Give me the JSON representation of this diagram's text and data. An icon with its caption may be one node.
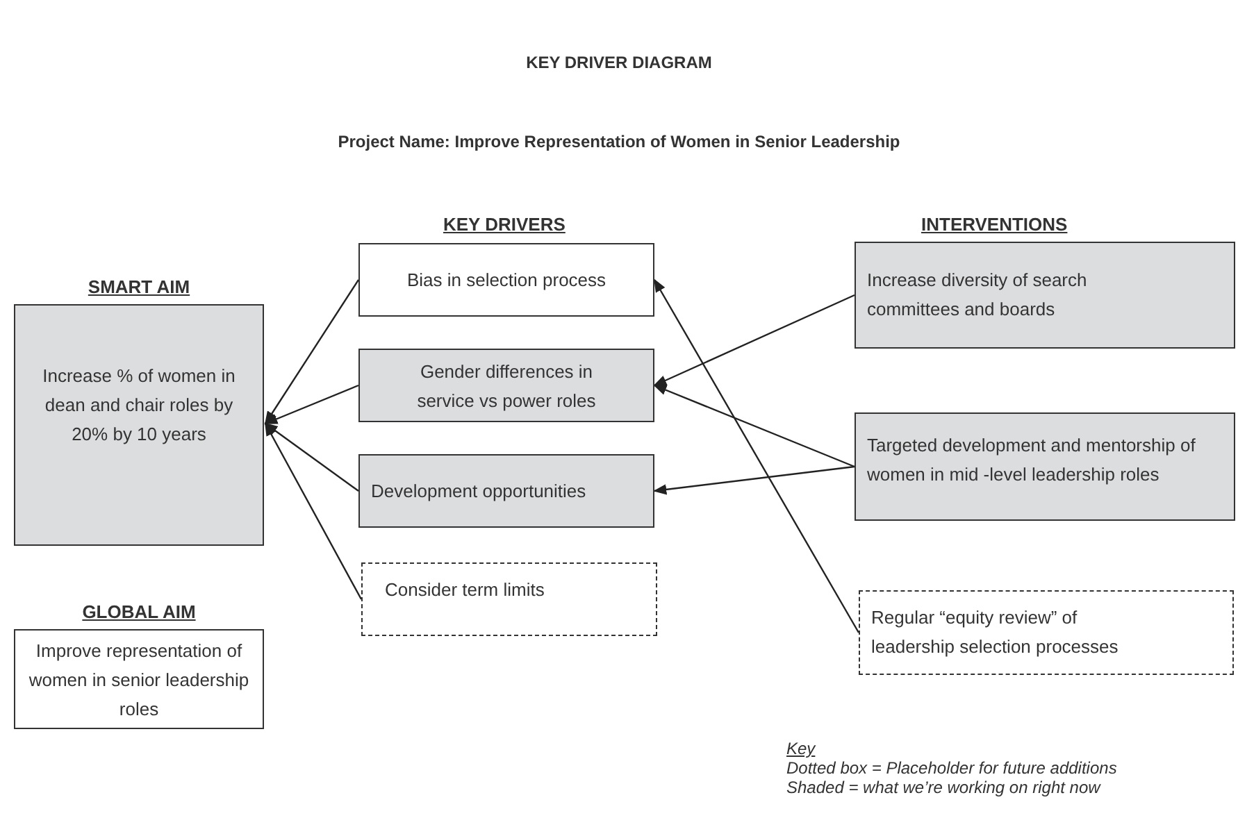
{
  "diagram": {
    "title": "KEY DRIVER DIAGRAM",
    "nodes": [
      {
        "text": [
          "SMART AIM",
          "Increase % of women in dean and chair roles by 20% by 10 years"
        ]
      },
      {
        "text": [
          "GLOBAL AIM",
          "Improve representation of women in senior leadership roles"
        ]
      },
      {
        "text": [
          "Bias in selection process"
        ]
      },
      {
        "text": [
          "Gender differences in service vs power roles"
        ]
      },
      {
        "text": [
          "Development opportunities"
        ]
      },
      {
        "text": [
          "Consider term limits"
        ]
      },
      {
        "text": [
          "Increase diversity of search committees and boards"
        ]
      },
      {
        "text": [
          "Targeted development and mentorship of women in mid -level leadership roles"
        ]
      },
      {
        "text": [
          "Regular “equity review” of leadership selection processes"
        ]
      }
    ],
    "edges": [
      {
        "from": 2,
        "to": 0,
        "arrow": "to"
      },
      {
        "from": 3,
        "to": 0,
        "arrow": "to"
      },
      {
        "from": 4,
        "to": 0,
        "arrow": "to"
      },
      {
        "from": 5,
        "to": 0,
        "arrow": "to"
      },
      {
        "from": 6,
        "to": 3,
        "arrow": "to"
      },
      {
        "from": 7,
        "to": 3,
        "arrow": "to"
      },
      {
        "from": 7,
        "to": 4,
        "arrow": "to"
      },
      {
        "from": 8,
        "to": 2,
        "arrow": "to"
      }
    ],
    "labels": [
      "Project Name: Improve Representation of Women in Senior Leadership",
      "KEY DRIVERS",
      "INTERVENTIONS",
      "Key",
      "Dotted box = Placeholder for future additions",
      "Shaded = what we’re working on right now"
    ]
  }
}
